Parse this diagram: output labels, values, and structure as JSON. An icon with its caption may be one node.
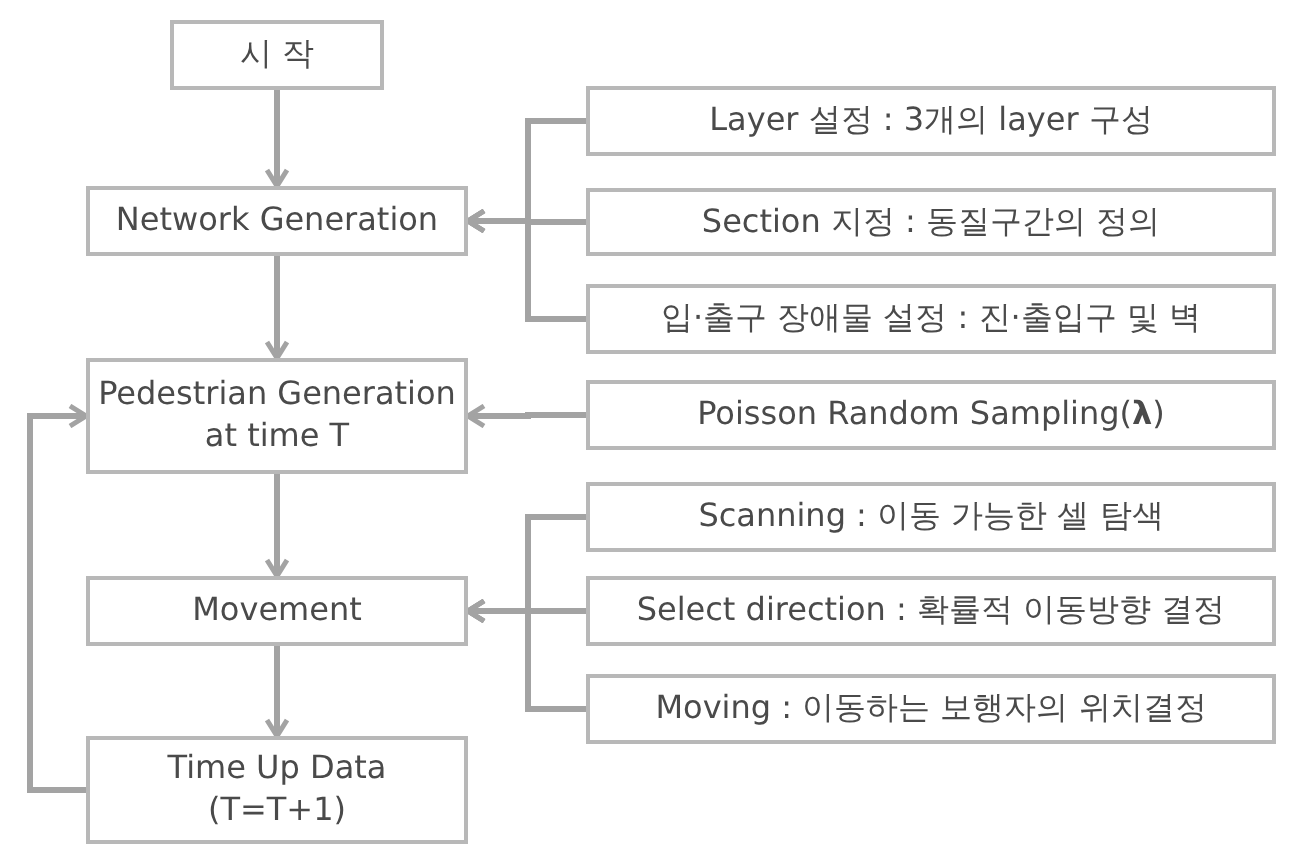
{
  "diagram": {
    "nodes": [
      {
        "text": [
          "시 작"
        ]
      },
      {
        "text": [
          "Network Generation"
        ]
      },
      {
        "text": [
          "Pedestrian Generation at time T"
        ]
      },
      {
        "text": [
          "Movement"
        ]
      },
      {
        "text": [
          "Time Up Data (T=T+1)"
        ]
      },
      {
        "text": [
          "Layer 설정 : 3개의 layer 구성"
        ]
      },
      {
        "text": [
          "Section 지정 : 동질구간의 정의"
        ]
      },
      {
        "text": [
          "입·출구 장애물 설정 : 진·출입구 및 벽"
        ]
      },
      {
        "text": [
          "Poisson Random Sampling(**λ**)"
        ]
      },
      {
        "text": [
          "Scanning : 이동 가능한 셀 탐색"
        ]
      },
      {
        "text": [
          "Select direction : 확률적 이동방향 결정"
        ]
      },
      {
        "text": [
          "Moving : 이동하는 보행자의 위치결정"
        ]
      }
    ],
    "edges": [
      {
        "from": 0,
        "to": 1,
        "arrow": "to"
      },
      {
        "from": 1,
        "to": 2,
        "arrow": "to"
      },
      {
        "from": 2,
        "to": 3,
        "arrow": "to"
      },
      {
        "from": 3,
        "to": 4,
        "arrow": "to"
      },
      {
        "from": 4,
        "to": 2,
        "arrow": "to"
      },
      {
        "from": 5,
        "to": 1,
        "arrow": "to"
      },
      {
        "from": 6,
        "to": 1,
        "arrow": "to"
      },
      {
        "from": 7,
        "to": 1,
        "arrow": "to"
      },
      {
        "from": 8,
        "to": 2,
        "arrow": "to"
      },
      {
        "from": 9,
        "to": 3,
        "arrow": "to"
      },
      {
        "from": 10,
        "to": 3,
        "arrow": "to"
      },
      {
        "from": 11,
        "to": 3,
        "arrow": "to"
      }
    ]
  }
}
